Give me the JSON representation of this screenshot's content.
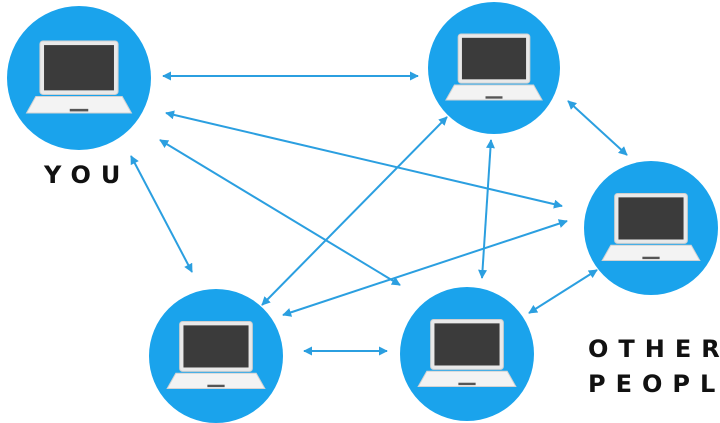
{
  "labels": {
    "you": "YOU",
    "other_line1": "OTHER",
    "other_line2": "PEOPLE"
  },
  "colors": {
    "node": "#1aa3ec",
    "arrow": "#2b9fe0",
    "screen": "#3b3b3b",
    "laptop_base": "#f3f3f3",
    "label": "#111111"
  },
  "nodes": [
    {
      "id": "you",
      "icon": "laptop-icon"
    },
    {
      "id": "peer-top-right",
      "icon": "laptop-icon"
    },
    {
      "id": "peer-right",
      "icon": "laptop-icon"
    },
    {
      "id": "peer-bottom-left",
      "icon": "laptop-icon"
    },
    {
      "id": "peer-bottom-right",
      "icon": "laptop-icon"
    }
  ],
  "connections": [
    [
      "you",
      "peer-top-right"
    ],
    [
      "you",
      "peer-right"
    ],
    [
      "you",
      "peer-bottom-left"
    ],
    [
      "you",
      "peer-bottom-right"
    ],
    [
      "peer-top-right",
      "peer-right"
    ],
    [
      "peer-top-right",
      "peer-bottom-left"
    ],
    [
      "peer-top-right",
      "peer-bottom-right"
    ],
    [
      "peer-right",
      "peer-bottom-left"
    ],
    [
      "peer-right",
      "peer-bottom-right"
    ],
    [
      "peer-bottom-left",
      "peer-bottom-right"
    ]
  ]
}
